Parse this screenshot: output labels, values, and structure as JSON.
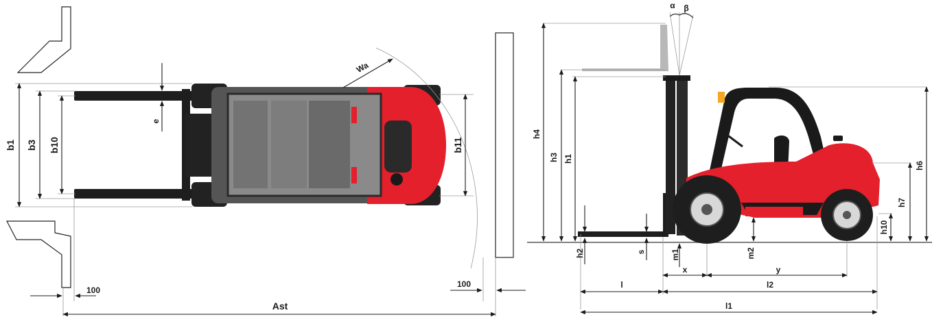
{
  "colors": {
    "body_red": "#e3202c",
    "dark": "#1e1e1e",
    "grey": "#7d7d7d",
    "light_grey": "#a9a9a9",
    "line": "#1a1a1a"
  },
  "top_view": {
    "labels": {
      "b1": "b1",
      "b3": "b3",
      "b10": "b10",
      "b11": "b11",
      "e": "e",
      "wa": "Wa",
      "dist_left": "100",
      "dist_right": "100",
      "ast": "Ast"
    }
  },
  "side_view": {
    "labels": {
      "alpha": "α",
      "beta": "β",
      "h1": "h1",
      "h2": "h2",
      "h3": "h3",
      "h4": "h4",
      "h6": "h6",
      "h7": "h7",
      "h10": "h10",
      "s": "s",
      "m1": "m1",
      "m2": "m2",
      "x": "x",
      "y": "y",
      "l": "l",
      "l1": "l1",
      "l2": "l2"
    }
  }
}
